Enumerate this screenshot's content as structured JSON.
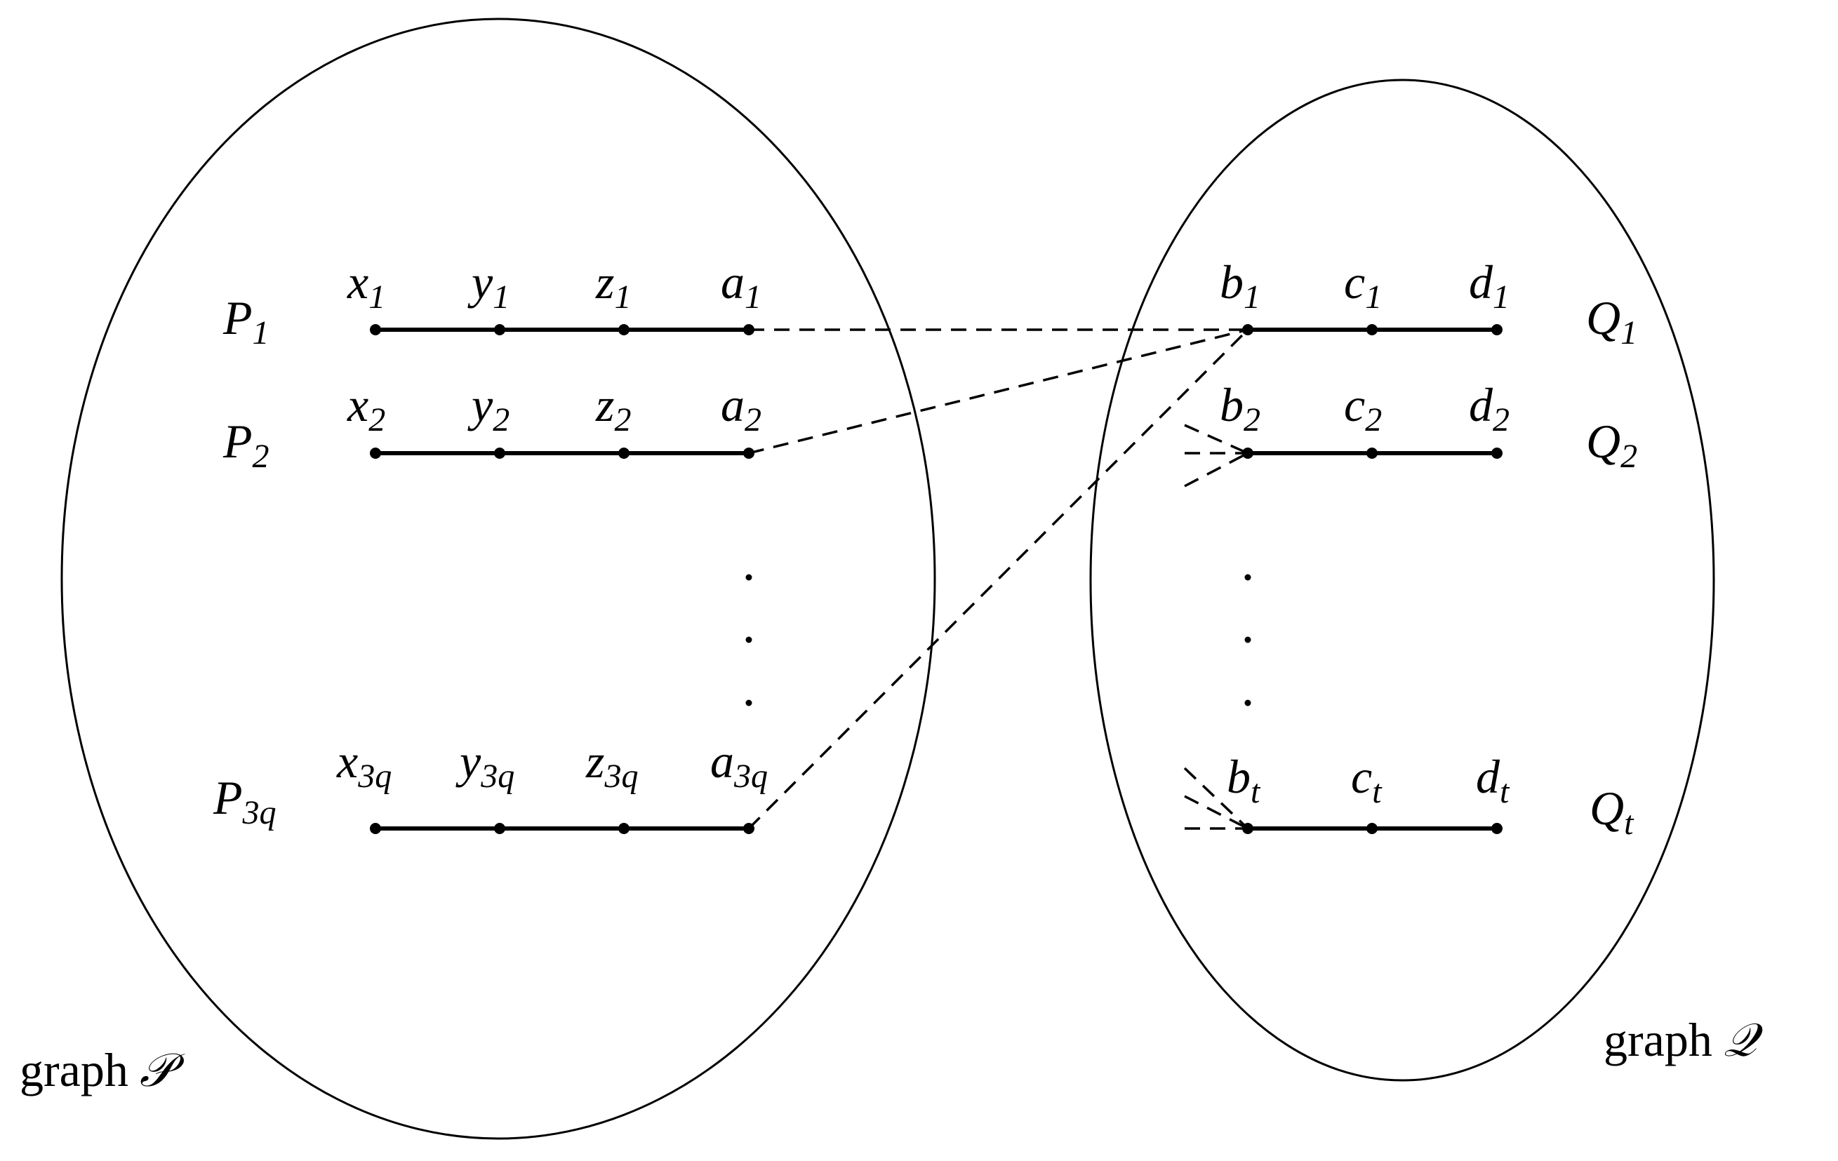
{
  "graph_p": {
    "caption_word": "graph",
    "caption_symbol": "𝒫",
    "rows": [
      {
        "name": "P",
        "sub": "1",
        "vertices": [
          {
            "name": "x",
            "sub": "1"
          },
          {
            "name": "y",
            "sub": "1"
          },
          {
            "name": "z",
            "sub": "1"
          },
          {
            "name": "a",
            "sub": "1"
          }
        ]
      },
      {
        "name": "P",
        "sub": "2",
        "vertices": [
          {
            "name": "x",
            "sub": "2"
          },
          {
            "name": "y",
            "sub": "2"
          },
          {
            "name": "z",
            "sub": "2"
          },
          {
            "name": "a",
            "sub": "2"
          }
        ]
      },
      {
        "name": "P",
        "sub": "3q",
        "vertices": [
          {
            "name": "x",
            "sub": "3q"
          },
          {
            "name": "y",
            "sub": "3q"
          },
          {
            "name": "z",
            "sub": "3q"
          },
          {
            "name": "a",
            "sub": "3q"
          }
        ]
      }
    ]
  },
  "graph_q": {
    "caption_word": "graph",
    "caption_symbol": "𝒬",
    "rows": [
      {
        "name": "Q",
        "sub": "1",
        "vertices": [
          {
            "name": "b",
            "sub": "1"
          },
          {
            "name": "c",
            "sub": "1"
          },
          {
            "name": "d",
            "sub": "1"
          }
        ]
      },
      {
        "name": "Q",
        "sub": "2",
        "vertices": [
          {
            "name": "b",
            "sub": "2"
          },
          {
            "name": "c",
            "sub": "2"
          },
          {
            "name": "d",
            "sub": "2"
          }
        ]
      },
      {
        "name": "Q",
        "sub": "t",
        "vertices": [
          {
            "name": "b",
            "sub": "t"
          },
          {
            "name": "c",
            "sub": "t"
          },
          {
            "name": "d",
            "sub": "t"
          }
        ]
      }
    ]
  }
}
